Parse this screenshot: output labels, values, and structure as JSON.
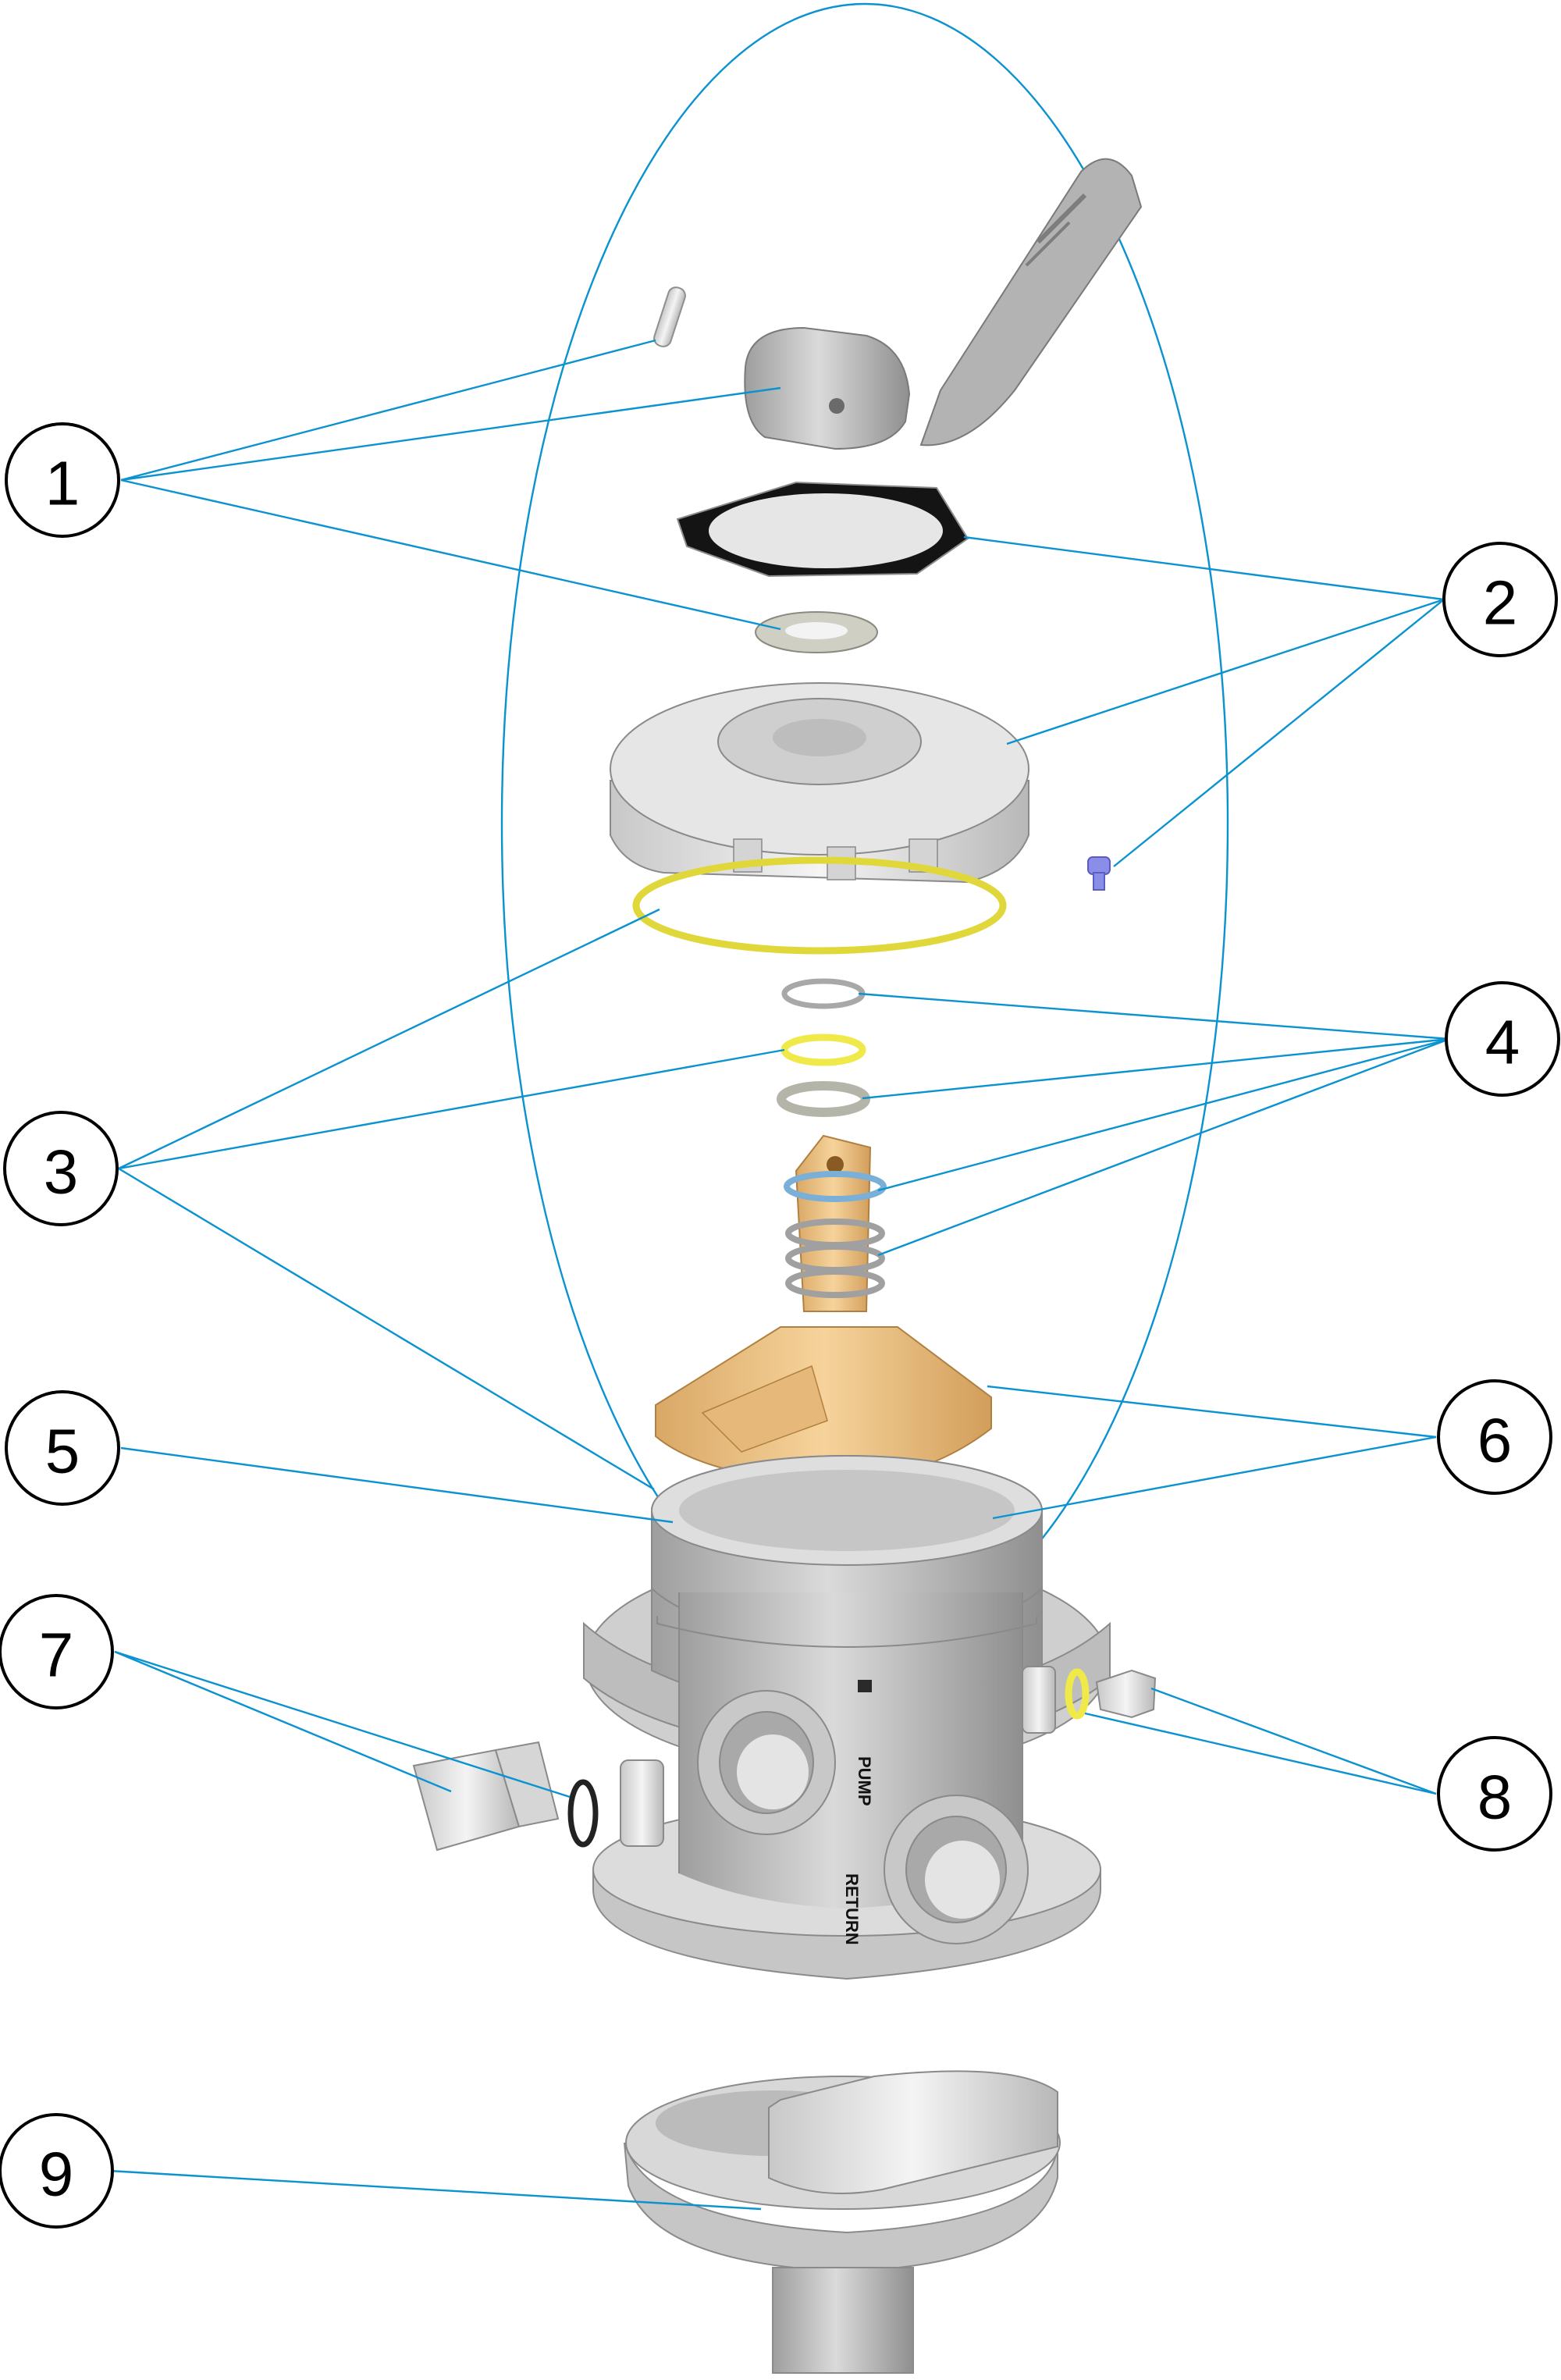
{
  "diagram": {
    "type": "exploded-parts-view",
    "callouts": [
      {
        "number": "1"
      },
      {
        "number": "2"
      },
      {
        "number": "3"
      },
      {
        "number": "4"
      },
      {
        "number": "5"
      },
      {
        "number": "6"
      },
      {
        "number": "7"
      },
      {
        "number": "8"
      },
      {
        "number": "9"
      }
    ],
    "body_labels": {
      "pump": "PUMP",
      "return": "RETURN"
    },
    "colors": {
      "leader_line": "#0a93d0",
      "grey_parts": "#bdbdbd",
      "rotor_part": "#f2c98c",
      "yellow_orings": "#f0e94a",
      "orange_gasket": "#e8632c",
      "blue_screw": "#8a8ee8"
    }
  }
}
